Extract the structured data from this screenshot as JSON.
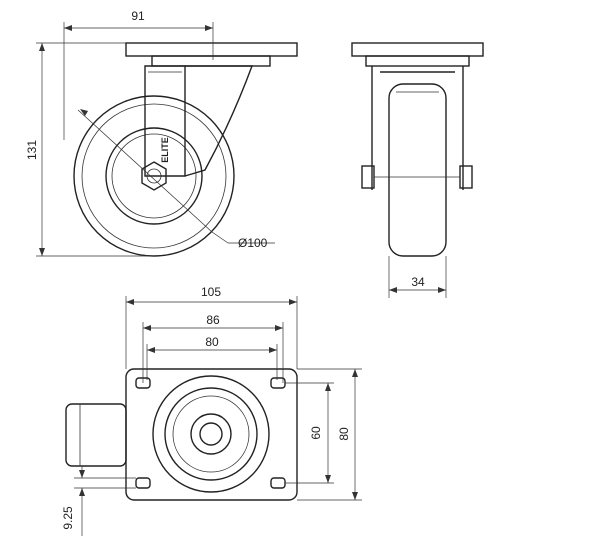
{
  "dimensions": {
    "top_offset": "91",
    "height": "131",
    "wheel_diameter": "Ø100",
    "wheel_width": "34",
    "plate_width": "105",
    "hole_spacing_outer": "86",
    "hole_spacing_inner": "80",
    "plate_height": "80",
    "hole_spacing_vertical": "60",
    "bolt_hole_offset": "9.25"
  },
  "brand": {
    "mark": "ELITE"
  },
  "colors": {
    "line": "#222222",
    "background": "#ffffff"
  }
}
